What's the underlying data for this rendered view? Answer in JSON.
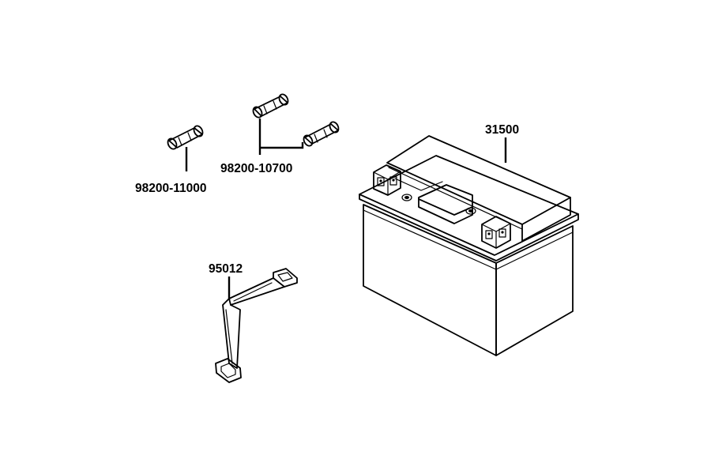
{
  "callouts": {
    "battery": "31500",
    "fuse_single": "98200-11000",
    "fuse_pair": "98200-10700",
    "strap": "95012"
  },
  "parts": [
    {
      "id": "battery",
      "part_number": "31500"
    },
    {
      "id": "fuse-single",
      "part_number": "98200-11000"
    },
    {
      "id": "fuse-pair",
      "part_number": "98200-10700"
    },
    {
      "id": "battery-strap",
      "part_number": "95012"
    }
  ]
}
